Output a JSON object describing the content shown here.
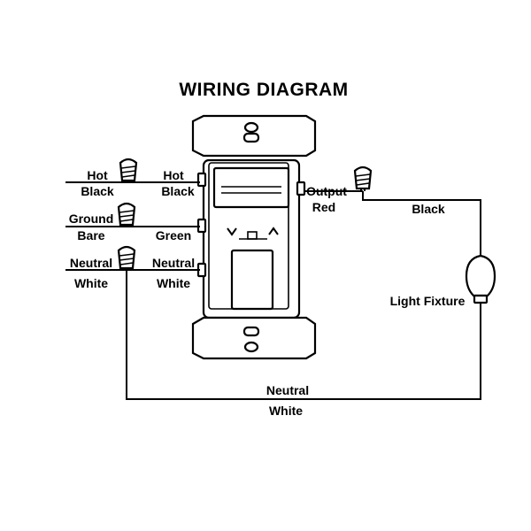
{
  "title": "WIRING DIAGRAM",
  "left_wires": {
    "hot_supply": "Hot",
    "hot_supply_color": "Black",
    "hot_switch": "Hot",
    "hot_switch_color": "Black",
    "ground_supply": "Ground",
    "ground_supply_color": "Bare",
    "ground_switch_color": "Green",
    "neutral_supply": "Neutral",
    "neutral_supply_color": "White",
    "neutral_switch": "Neutral",
    "neutral_switch_color": "White"
  },
  "right_wires": {
    "output": "Output",
    "output_color": "Red",
    "fixture_wire_color": "Black",
    "fixture": "Light Fixture"
  },
  "bottom_wire": {
    "label": "Neutral",
    "color": "White"
  },
  "colors": {
    "line": "#000000",
    "background": "#ffffff"
  }
}
